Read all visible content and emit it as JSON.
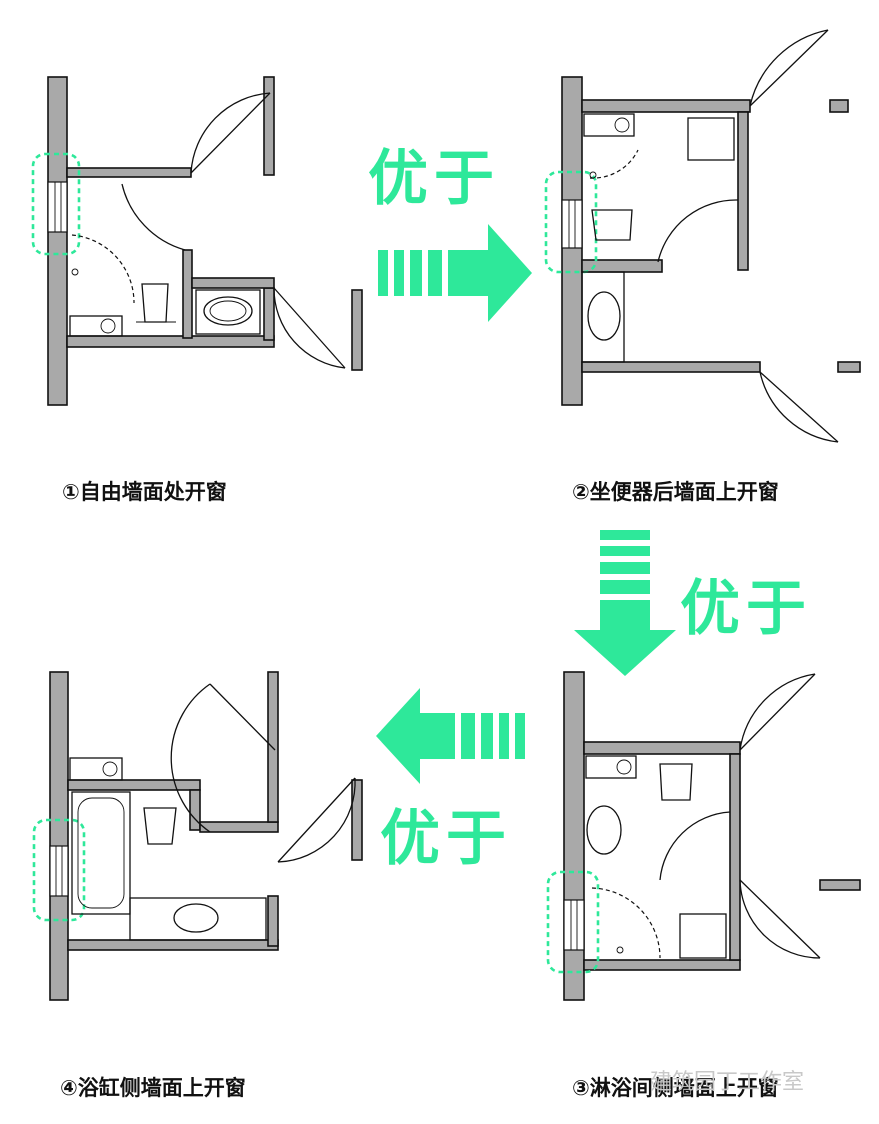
{
  "captions": {
    "plan1": "①自由墙面处开窗",
    "plan2": "②坐便器后墙面上开窗",
    "plan3": "③淋浴间侧墙面上开窗",
    "plan4": "④浴缸侧墙面上开窗"
  },
  "comparisons": {
    "c1": "优于",
    "c2": "优于",
    "c3": "优于"
  },
  "colors": {
    "accent": "#2ee89a",
    "wall": "#a9a9a9"
  },
  "watermark": "建筑园丁工作室"
}
